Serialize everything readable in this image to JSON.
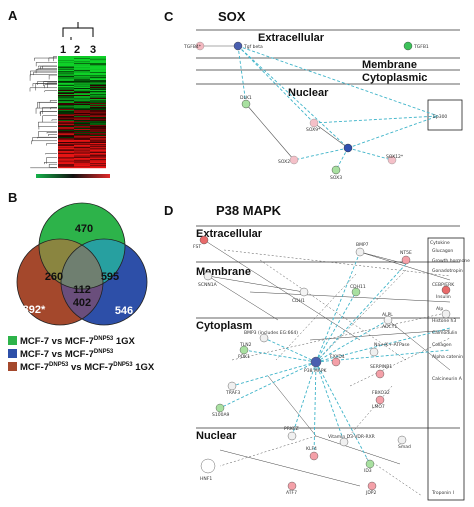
{
  "panels": {
    "a": {
      "label": "A",
      "columns": [
        "1",
        "2",
        "3"
      ]
    },
    "b": {
      "label": "B",
      "regions": {
        "only1": "470",
        "only2": "546",
        "only3": "392*",
        "ab": "260",
        "bc": "595",
        "ac": "402",
        "all": "112"
      },
      "legend": [
        {
          "color": "#2db34a",
          "pre": "MCF-7 vs MCF-7",
          "sup": "DNP53",
          "post": " 1GX"
        },
        {
          "color": "#2d4fa8",
          "pre": "MCF-7 vs MCF-7",
          "sup": "DNP53",
          "post": ""
        },
        {
          "color": "#a4482c",
          "pre": "MCF-7",
          "sup": "DNP53",
          "mid": " vs MCF-7",
          "sup2": "DNP53",
          "post": " 1GX"
        }
      ]
    },
    "c": {
      "label": "C",
      "title": "SOX",
      "compartments": [
        "Extracellular",
        "Membrane",
        "Cytoplasmic",
        "Nuclear"
      ],
      "nodes": [
        "TGFB4*",
        "Tgf beta",
        "TGFB1",
        "DLK1",
        "SOX9*",
        "Ep300",
        "SOX2",
        "SOX3",
        "SOX12*"
      ]
    },
    "d": {
      "label": "D",
      "title": "P38 MAPK",
      "compartments": [
        "Extracellular",
        "Membrane",
        "Cytoplasm",
        "Nuclear"
      ],
      "nodes": [
        "FST",
        "BMP7",
        "NT5E",
        "SCNN1A",
        "CDH1",
        "CDH11",
        "ALPL",
        "ADCY1",
        "BMP3 (includes EG:664)",
        "PDK1",
        "SERPINB1",
        "TRAF3",
        "S100A9",
        "PRKCZ",
        "FBXO32",
        "LMO7",
        "KLF4",
        "Vitamin D3-VDR-RXR",
        "ID3",
        "Smad",
        "HNF1",
        "ATF7",
        "JDP2",
        "FXYD4",
        "Na+/K+-ATPase",
        "P38 MAPK",
        "TLN2",
        "Insulin",
        "Gonadotropin",
        "Calmodulin",
        "Collagen",
        "Cytokine",
        "Troponin I",
        "Growth hormone",
        "Calcineurin A",
        "Alpha catenin",
        "Histone h3",
        "Alp",
        "CEBP/ERK",
        "Glucagon"
      ]
    }
  },
  "colors": {
    "green": "#2db34a",
    "blue": "#2d4fa8",
    "brown": "#a4482c",
    "edge": "#3fb4c9"
  }
}
